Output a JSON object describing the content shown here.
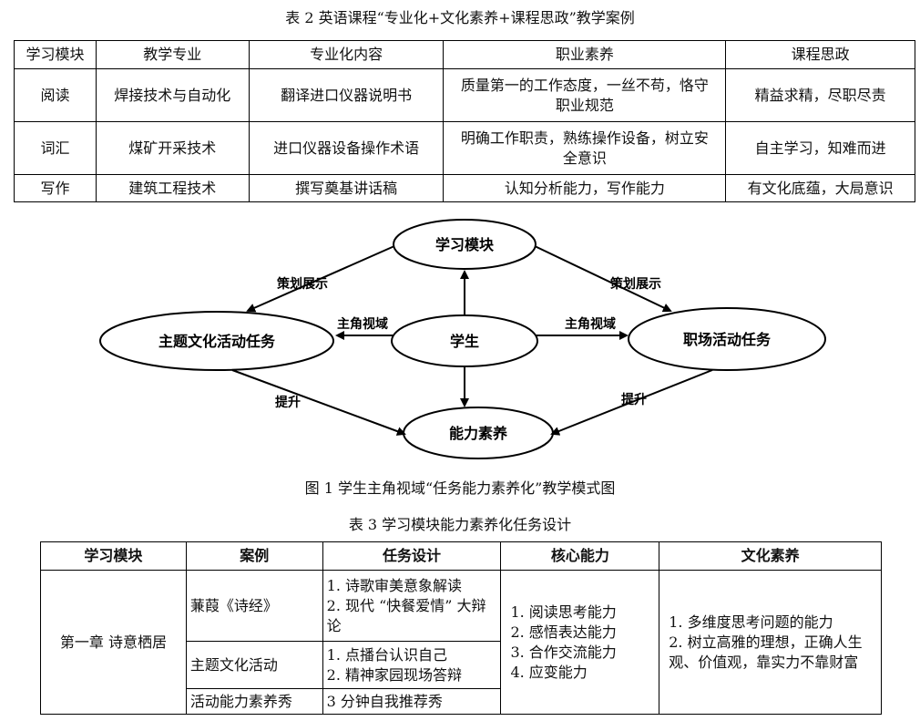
{
  "table2": {
    "caption": "表 2 英语课程“专业化+文化素养+课程思政”教学案例",
    "headers": [
      "学习模块",
      "教学专业",
      "专业化内容",
      "职业素养",
      "课程思政"
    ],
    "rows": [
      [
        "阅读",
        "焊接技术与自动化",
        "翻译进口仪器说明书",
        "质量第一的工作态度，一丝不苟，恪守职业规范",
        "精益求精，尽职尽责"
      ],
      [
        "词汇",
        "煤矿开采技术",
        "进口仪器设备操作术语",
        "明确工作职责，熟练操作设备，树立安全意识",
        "自主学习，知难而进"
      ],
      [
        "写作",
        "建筑工程技术",
        "撰写奠基讲话稿",
        "认知分析能力，写作能力",
        "有文化底蕴，大局意识"
      ]
    ]
  },
  "figure1": {
    "caption": "图 1 学生主角视域“任务能力素养化”教学模式图",
    "nodes": {
      "top": "学习模块",
      "left": "主题文化活动任务",
      "center": "学生",
      "right": "职场活动任务",
      "bottom": "能力素养"
    },
    "edges": {
      "top_left": "策划展示",
      "top_right": "策划展示",
      "center_left": "主角视域",
      "center_right": "主角视域",
      "left_bottom": "提升",
      "right_bottom": "提升"
    }
  },
  "table3": {
    "caption": "表 3 学习模块能力素养化任务设计",
    "headers": [
      "学习模块",
      "案例",
      "任务设计",
      "核心能力",
      "文化素养"
    ],
    "module": "第一章 诗意栖居",
    "cases": [
      {
        "name": "蒹葭《诗经》",
        "tasks": [
          "1. 诗歌审美意象解读",
          "2. 现代 “快餐爱情” 大辩论"
        ]
      },
      {
        "name": "主题文化活动",
        "tasks": [
          "1. 点播台认识自己",
          "2. 精神家园现场答辩"
        ]
      },
      {
        "name": "活动能力素养秀",
        "tasks": [
          "3 分钟自我推荐秀"
        ]
      }
    ],
    "core_abilities": [
      "1. 阅读思考能力",
      "2. 感悟表达能力",
      "3. 合作交流能力",
      "4. 应变能力"
    ],
    "culture": [
      "1. 多维度思考问题的能力",
      "2. 树立高雅的理想，正确人生观、价值观，靠实力不靠财富"
    ]
  }
}
